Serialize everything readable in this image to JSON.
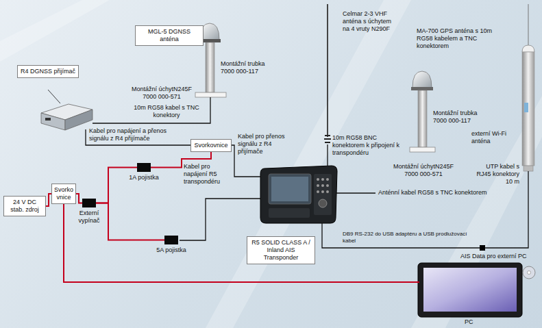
{
  "diagram": {
    "nodes": [
      {
        "text": [
          "MGL-5 DGNSS anténa"
        ]
      },
      {
        "text": [
          "R4 DGNSS přijímač"
        ]
      },
      {
        "text": [
          "Svorkovnice"
        ]
      },
      {
        "text": [
          "Svorko vnice"
        ]
      },
      {
        "text": [
          "24 V DC stab. zdroj"
        ]
      },
      {
        "text": [
          "Externí vypínač"
        ]
      },
      {
        "text": [
          "1A pojistka"
        ]
      },
      {
        "text": [
          "5A pojistka"
        ]
      },
      {
        "text": [
          "R5 SOLID CLASS A / Inland AIS Transponder"
        ]
      }
    ],
    "edges": [
      {
        "from": 4,
        "to": 3,
        "arrow": "none"
      },
      {
        "from": 3,
        "to": 5,
        "arrow": "none"
      },
      {
        "from": 5,
        "to": 6,
        "arrow": "none"
      },
      {
        "from": 5,
        "to": 7,
        "arrow": "none"
      },
      {
        "from": 6,
        "to": 2,
        "arrow": "none"
      }
    ],
    "labels": [
      "Montážní trubka 7000 000-117",
      "Montážní úchytN245F 7000 000-571",
      "10m RG58 kabel s TNC konektory",
      "Kabel pro napájení a přenos signálu z R4 přijímače",
      "Kabel pro přenos signálu z R4 přijímače",
      "Kabel pro napájení R5 transpondéru",
      "Celmar 2-3 VHF anténa s úchytem na 4 vruty N290F",
      "10m RG58 BNC konektorem k připojení k transpondéru",
      "MA-700 GPS anténa s 10m RG58 kabelem a TNC konektorem",
      "Montážní trubka 7000 000-117",
      "Montážní úchytN245F 7000 000-571",
      "externí Wi-Fi anténa",
      "UTP kabel s RJ45 konektory 10 m",
      "Anténní kabel RG58 s TNC konektorem",
      "DB9 RS-232 do USB adaptéru a USB prodlužovací kabel",
      "AIS Data pro externí PC",
      "PC"
    ]
  }
}
